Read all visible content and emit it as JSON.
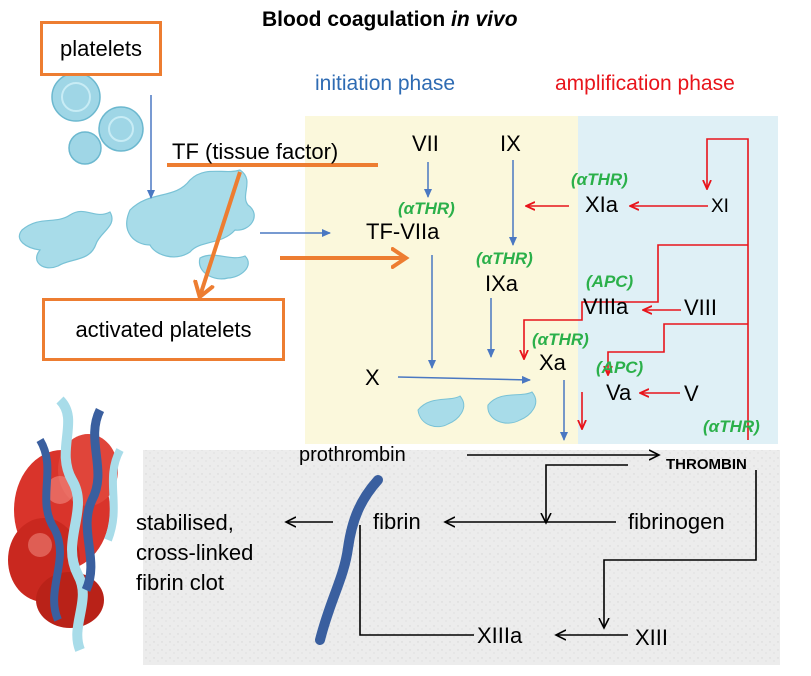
{
  "title": {
    "main": "Blood coagulation ",
    "emph": "in vivo"
  },
  "phases": {
    "initiation": "initiation phase",
    "amplification": "amplification phase"
  },
  "cells": {
    "platelets": "platelets",
    "tissue_factor": "TF (tissue factor)",
    "activated_platelets": "activated platelets"
  },
  "factors": {
    "vii": "VII",
    "ix": "IX",
    "tf_viia": "TF-VIIa",
    "ixa": "IXa",
    "x": "X",
    "xa": "Xa",
    "xia": "XIa",
    "xi": "XI",
    "viiia": "VIIIa",
    "viii": "VIII",
    "va": "Va",
    "v": "V",
    "prothrombin": "prothrombin",
    "thrombin": "THROMBIN",
    "fibrin": "fibrin",
    "fibrinogen": "fibrinogen",
    "xiiia": "XIIIa",
    "xiii": "XIII"
  },
  "regulators": {
    "athr_1": "(αTHR)",
    "athr_2": "(αTHR)",
    "athr_3": "(αTHR)",
    "athr_4": "(αTHR)",
    "athr_5": "(αTHR)",
    "apc_1": "(APC)",
    "apc_2": "(APC)"
  },
  "clot": {
    "line1": "stabilised,",
    "line2": "cross-linked",
    "line3": "fibrin clot"
  },
  "colors": {
    "initiation_text": "#2e6bb3",
    "amplification_text": "#e8141b",
    "regulator_green": "#2bb04a",
    "highlight_orange": "#ed7d31",
    "blue_arrow": "#4a78c2",
    "red_arrow": "#e8141b",
    "initiation_bg": "#fbf8dc",
    "amplification_bg": "#dff0f6",
    "bottom_bg": "#ececec",
    "fibrin_strand": "#3a5f9f",
    "platelet_blue": "#8ed0e0"
  }
}
